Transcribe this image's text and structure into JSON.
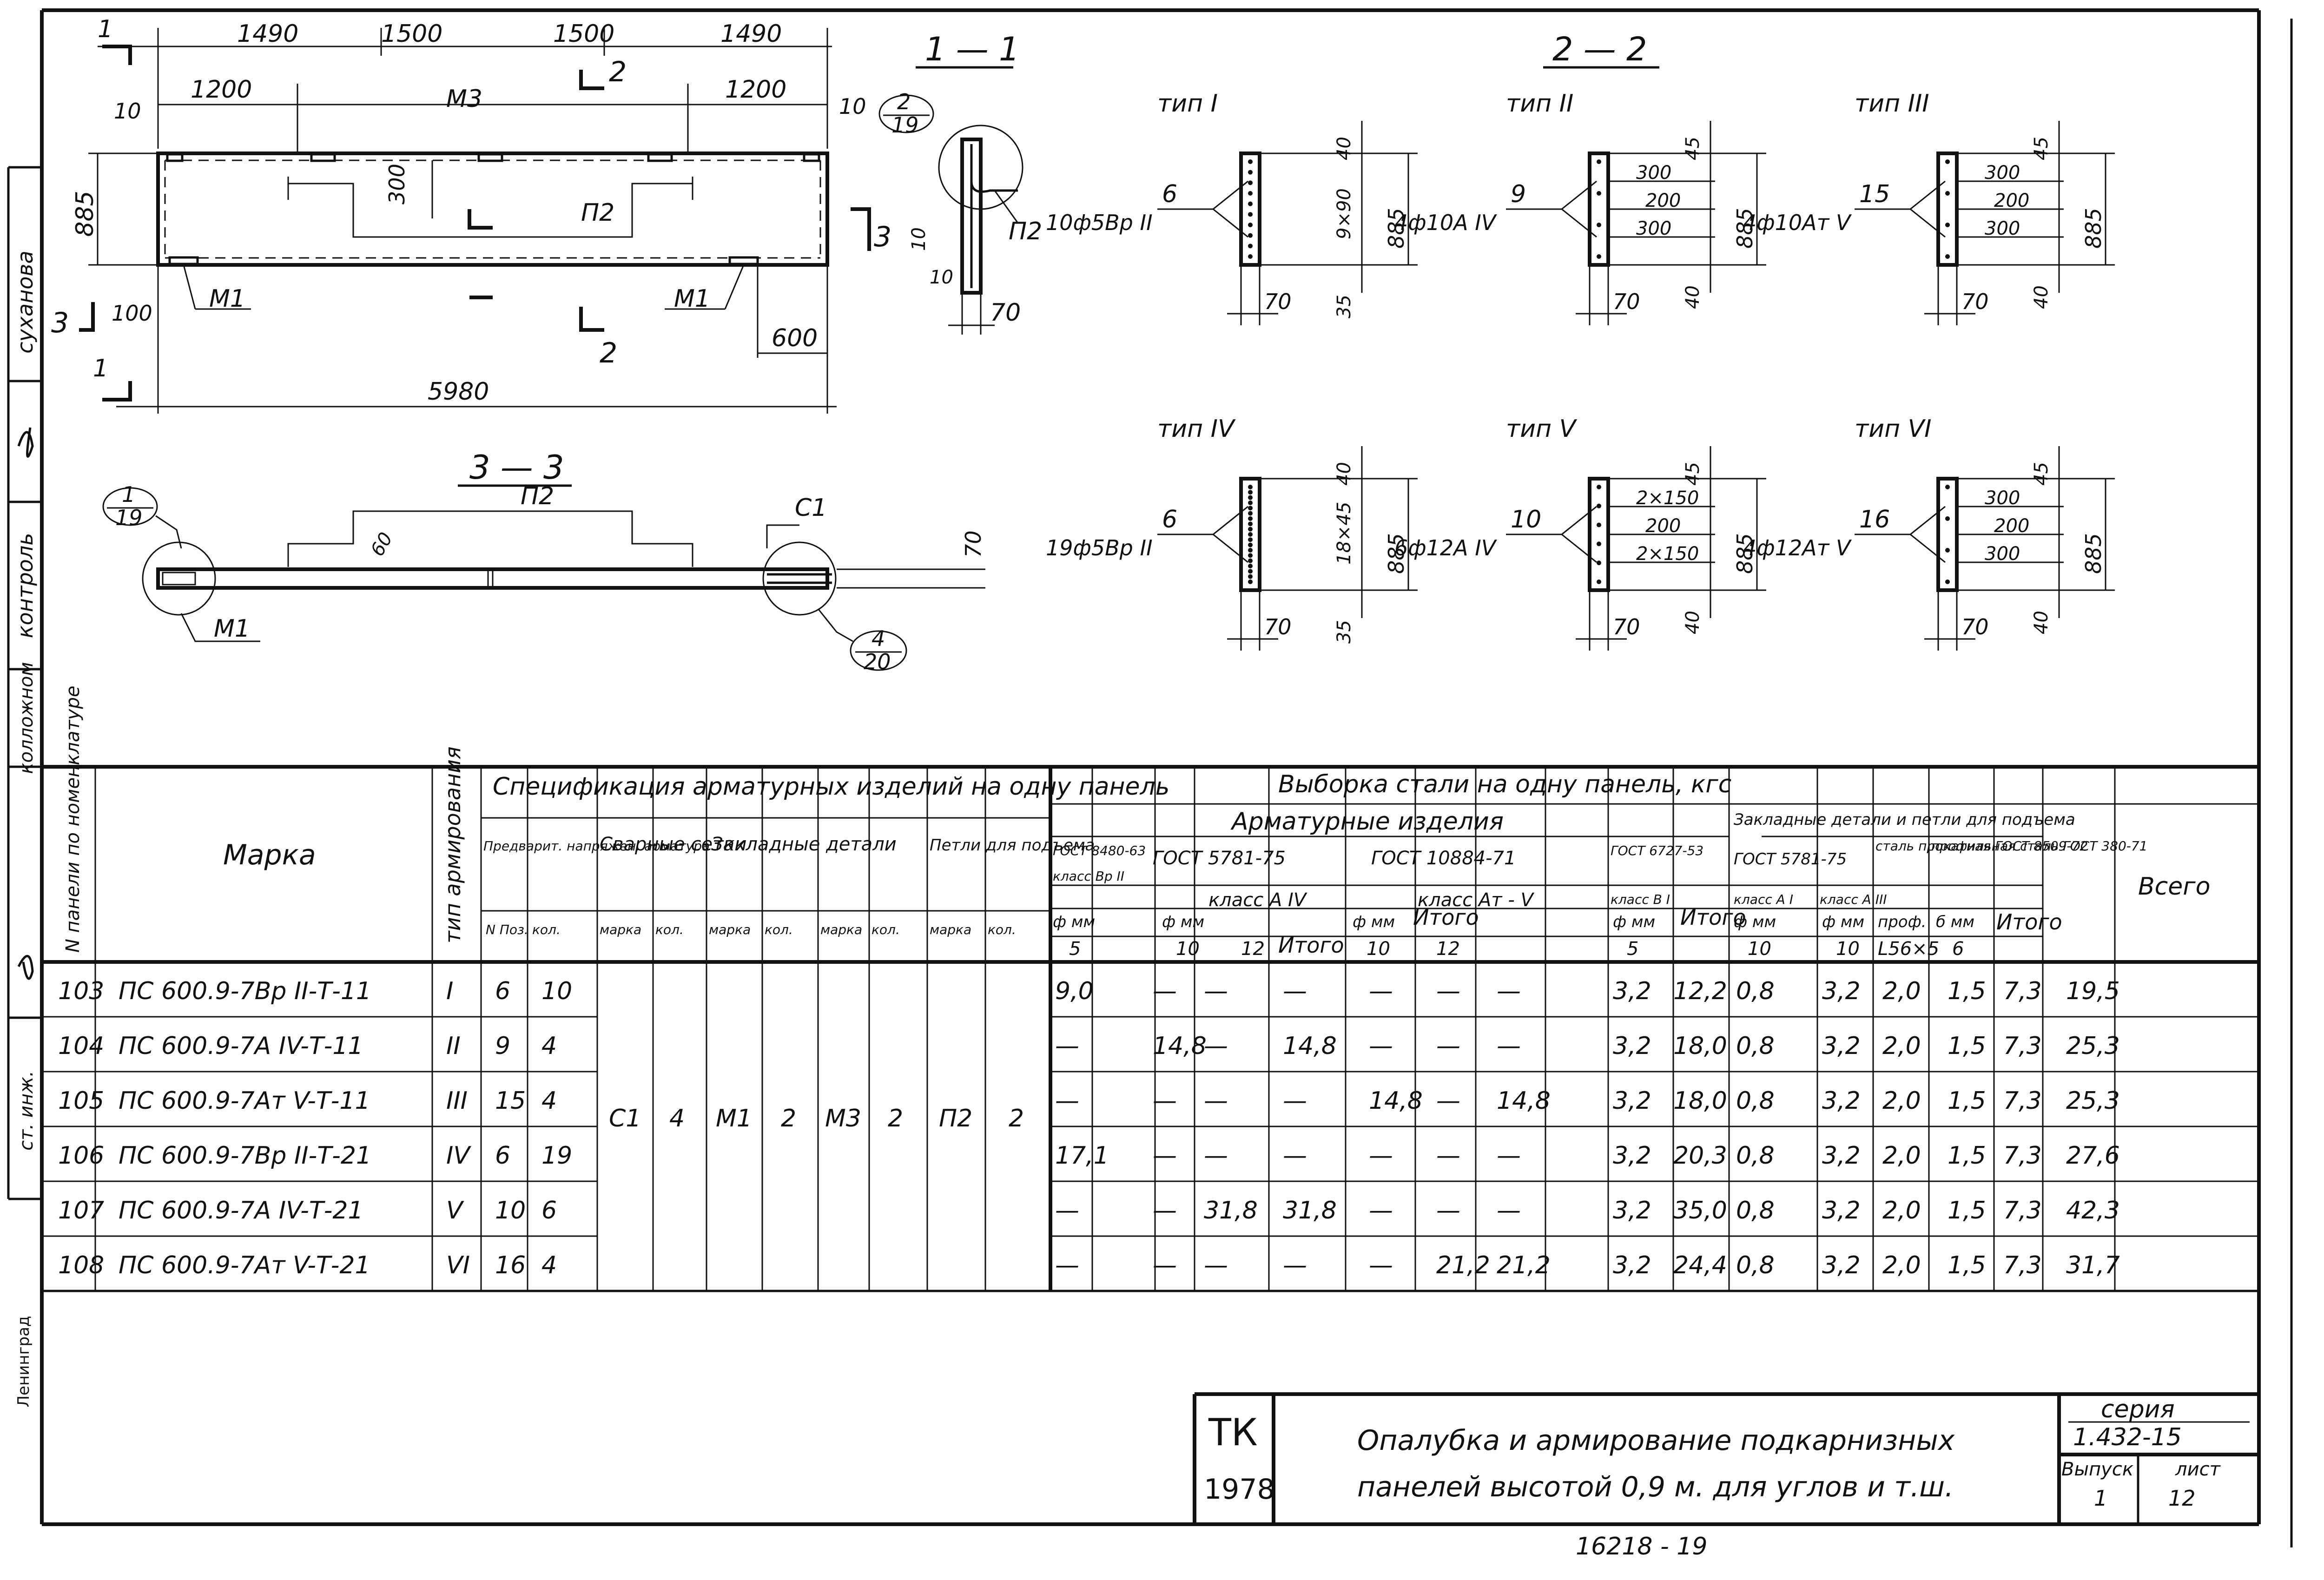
{
  "elevation": {
    "dims_top": [
      "1490",
      "1500",
      "1500",
      "1490"
    ],
    "dims_second": [
      "1200",
      "1200"
    ],
    "edge_10_left": "10",
    "edge_10_right": "10",
    "height_885": "885",
    "label_m3": "М3",
    "label_p2": "П2",
    "dim_300": "300",
    "label_m1_left": "М1",
    "label_m1_right": "М1",
    "dim_100": "100",
    "dim_600": "600",
    "dim_5980": "5980",
    "cut_1": "1",
    "cut_2": "2",
    "cut_3": "3"
  },
  "section_1_1": {
    "title": "1 — 1",
    "ref_top": "2",
    "ref_bottom": "19",
    "label_p2": "П2",
    "dim_10a": "10",
    "dim_10b": "10",
    "dim_70": "70"
  },
  "section_3_3": {
    "title": "3 — 3",
    "label_p2": "П2",
    "label_c1": "С1",
    "label_m1": "М1",
    "dim_60": "60",
    "dim_70": "70",
    "ref_left_top": "1",
    "ref_left_bottom": "19",
    "ref_right_top": "4",
    "ref_right_bottom": "20"
  },
  "section_2_2": {
    "title": "2 — 2",
    "types": [
      {
        "label": "тип I",
        "pos": "6",
        "bars": "10ф5Вр II",
        "dims": [
          "40",
          "9×90",
          "35"
        ],
        "width": "885",
        "bottom": "70"
      },
      {
        "label": "тип II",
        "pos": "9",
        "bars": "4ф10А IV",
        "dims": [
          "45",
          "300",
          "200",
          "300",
          "40"
        ],
        "width": "885",
        "bottom": "70"
      },
      {
        "label": "тип III",
        "pos": "15",
        "bars": "4ф10Ат V",
        "dims": [
          "45",
          "300",
          "200",
          "300",
          "40"
        ],
        "width": "885",
        "bottom": "70"
      },
      {
        "label": "тип IV",
        "pos": "6",
        "bars": "19ф5Вр II",
        "dims": [
          "40",
          "18×45",
          "35"
        ],
        "width": "885",
        "bottom": "70"
      },
      {
        "label": "тип V",
        "pos": "10",
        "bars": "6ф12А IV",
        "dims": [
          "45",
          "2×150",
          "200",
          "2×150",
          "40"
        ],
        "width": "885",
        "bottom": "70"
      },
      {
        "label": "тип VI",
        "pos": "16",
        "bars": "4ф12Ат V",
        "dims": [
          "45",
          "300",
          "200",
          "300",
          "40"
        ],
        "width": "885",
        "bottom": "70"
      }
    ]
  },
  "table": {
    "hdr_n": "N панели по номенклатуре",
    "hdr_marka": "Марка",
    "hdr_tip": "тип армирования",
    "hdr_spec": "Спецификация арматурных изделий на одну панель",
    "hdr_predv": "Предварит. напряжен. арматура",
    "hdr_svar": "Сварные сетки",
    "hdr_zakl": "Закладные детали",
    "hdr_petli": "Петли для подъема",
    "hdr_npoz": "N Поз.",
    "hdr_kol": "кол.",
    "hdr_mark": "марка",
    "hdr_vyborka": "Выборка стали на одну панель, кгс",
    "hdr_armizd": "Арматурные изделия",
    "hdr_zakl_petli": "Закладные детали и петли для подъема",
    "hdr_gost8480": "ГОСТ 8480-63",
    "hdr_klass_vr": "класс Вр II",
    "hdr_gost5781": "ГОСТ 5781-75",
    "hdr_klass_a4": "класс А IV",
    "hdr_gost10884": "ГОСТ 10884-71",
    "hdr_klass_at5": "класс Ат - V",
    "hdr_gost6727": "ГОСТ 6727-53",
    "hdr_klass_b1": "класс В I",
    "hdr_fmm": "ф мм",
    "hdr_itogo": "Итого",
    "hdr_gost5781b": "ГОСТ 5781-75",
    "hdr_klass_a1": "класс А I",
    "hdr_klass_a3": "класс А III",
    "hdr_stal_prokat": "сталь прокатная ГОСТ 8509-72",
    "hdr_prof_stal": "профильная сталь ГОСТ 380-71",
    "hdr_prof": "проф.",
    "hdr_d_mm": "б мм",
    "hdr_vsego": "Всего",
    "sub": {
      "c5": "5",
      "c10": "10",
      "c12": "12",
      "c10b": "10",
      "c12b": "12",
      "c5b": "5",
      "c10c": "10",
      "c10d": "10",
      "c56": "L56×5",
      "c6": "6"
    },
    "shared": {
      "svar_mark": "С1",
      "svar_kol": "4",
      "zakl1_mark": "М1",
      "zakl1_kol": "2",
      "zakl2_mark": "М3",
      "zakl2_kol": "2",
      "petli_mark": "П2",
      "petli_kol": "2"
    },
    "rows": [
      {
        "n": "103",
        "marka": "ПС 600.9-7Вр II-Т-11",
        "tip": "I",
        "poz": "6",
        "kol": "10",
        "v": [
          "9,0",
          "—",
          "—",
          "—",
          "—",
          "—",
          "—",
          "3,2",
          "12,2",
          "0,8",
          "3,2",
          "2,0",
          "1,5",
          "7,3",
          "19,5"
        ]
      },
      {
        "n": "104",
        "marka": "ПС 600.9-7А IV-Т-11",
        "tip": "II",
        "poz": "9",
        "kol": "4",
        "v": [
          "—",
          "14,8",
          "—",
          "14,8",
          "—",
          "—",
          "—",
          "3,2",
          "18,0",
          "0,8",
          "3,2",
          "2,0",
          "1,5",
          "7,3",
          "25,3"
        ]
      },
      {
        "n": "105",
        "marka": "ПС 600.9-7Ат V-Т-11",
        "tip": "III",
        "poz": "15",
        "kol": "4",
        "v": [
          "—",
          "—",
          "—",
          "—",
          "14,8",
          "—",
          "14,8",
          "3,2",
          "18,0",
          "0,8",
          "3,2",
          "2,0",
          "1,5",
          "7,3",
          "25,3"
        ]
      },
      {
        "n": "106",
        "marka": "ПС 600.9-7Вр II-Т-21",
        "tip": "IV",
        "poz": "6",
        "kol": "19",
        "v": [
          "17,1",
          "—",
          "—",
          "—",
          "—",
          "—",
          "—",
          "3,2",
          "20,3",
          "0,8",
          "3,2",
          "2,0",
          "1,5",
          "7,3",
          "27,6"
        ]
      },
      {
        "n": "107",
        "marka": "ПС 600.9-7А IV-Т-21",
        "tip": "V",
        "poz": "10",
        "kol": "6",
        "v": [
          "—",
          "—",
          "31,8",
          "31,8",
          "—",
          "—",
          "—",
          "3,2",
          "35,0",
          "0,8",
          "3,2",
          "2,0",
          "1,5",
          "7,3",
          "42,3"
        ]
      },
      {
        "n": "108",
        "marka": "ПС 600.9-7Ат V-Т-21",
        "tip": "VI",
        "poz": "16",
        "kol": "4",
        "v": [
          "—",
          "—",
          "—",
          "—",
          "—",
          "21,2",
          "21,2",
          "3,2",
          "24,4",
          "0,8",
          "3,2",
          "2,0",
          "1,5",
          "7,3",
          "31,7"
        ]
      }
    ]
  },
  "sidebar": {
    "name1": "суханова",
    "label_kontrol": "контроль",
    "label_kolloshnom": "колложном",
    "label_st_inzh": "ст. инж.",
    "label_city": "Ленинград"
  },
  "stamp": {
    "org": "ТК",
    "year": "1978",
    "title_line1": "Опалубка и армирование подкарнизных",
    "title_line2": "панелей высотой 0,9 м. для углов и т.ш.",
    "seria_label": "серия",
    "seria_value": "1.432-15",
    "vypusk_label": "Выпуск",
    "vypusk_value": "1",
    "list_label": "лист",
    "list_value": "12",
    "archive": "16218 - 19"
  }
}
